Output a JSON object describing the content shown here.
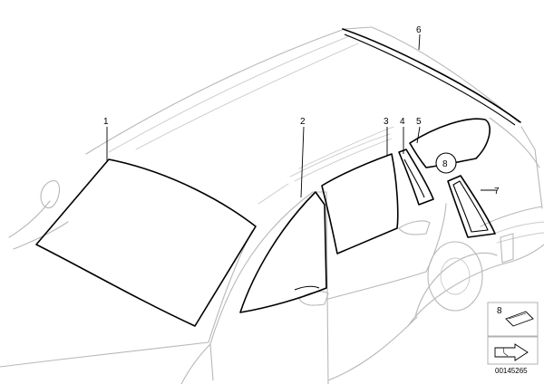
{
  "callouts": {
    "p1": "1",
    "p2": "2",
    "p3": "3",
    "p4": "4",
    "p5": "5",
    "p6": "6",
    "p7": "7",
    "p8": "8",
    "p8_circle": "8"
  },
  "drawing_number": "00145265"
}
